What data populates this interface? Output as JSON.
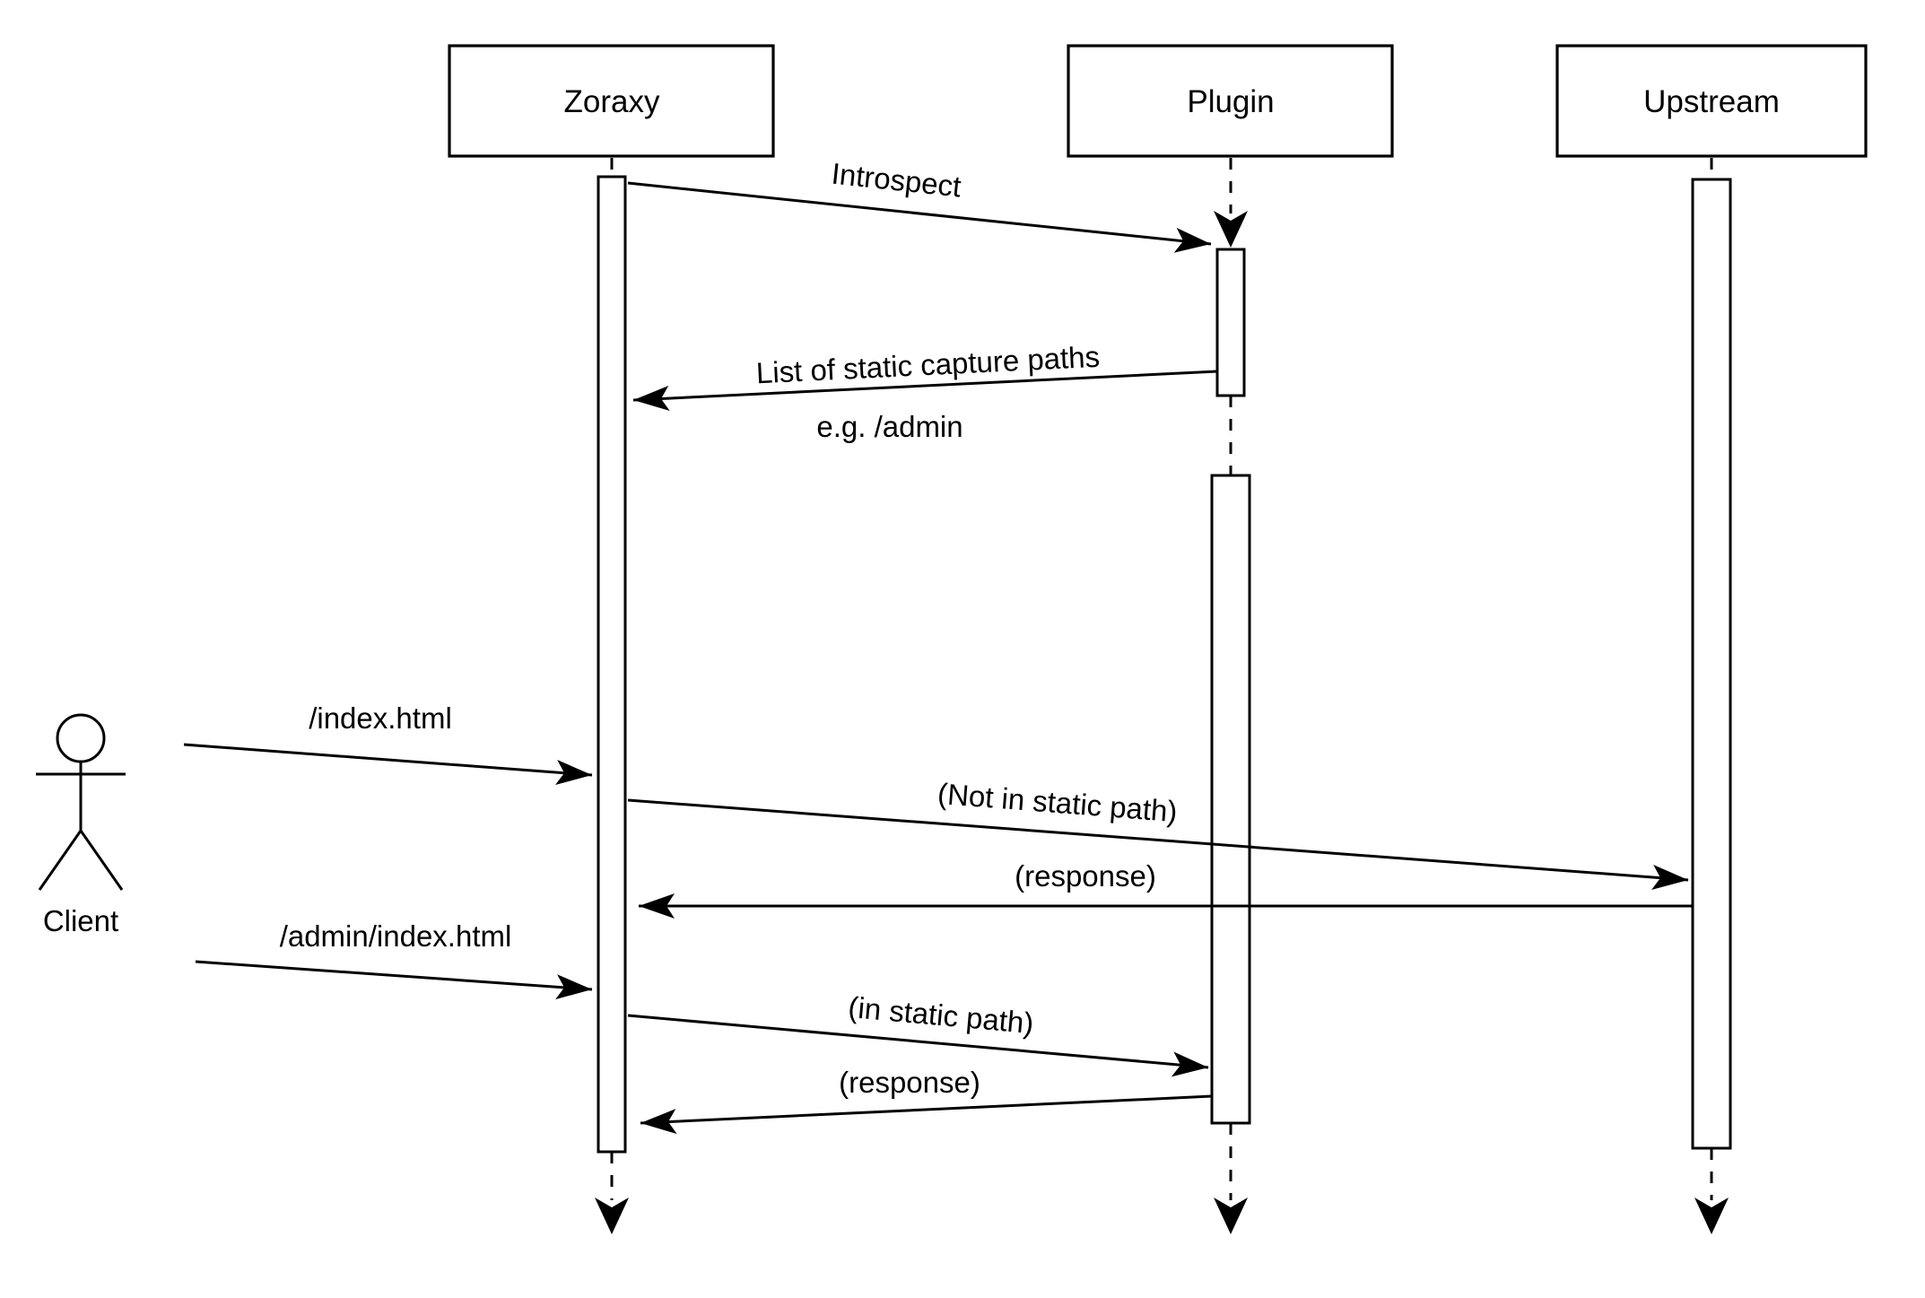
{
  "diagram": {
    "type": "uml-sequence-diagram",
    "colors": {
      "background": "#ffffff",
      "stroke": "#000000",
      "text": "#000000"
    },
    "participants": [
      {
        "id": "zoraxy",
        "label": "Zoraxy"
      },
      {
        "id": "plugin",
        "label": "Plugin"
      },
      {
        "id": "upstream",
        "label": "Upstream"
      }
    ],
    "actor": {
      "id": "client",
      "label": "Client"
    },
    "messages": [
      {
        "from": "Zoraxy",
        "to": "Plugin",
        "label": "Introspect"
      },
      {
        "from": "Plugin",
        "to": "Zoraxy",
        "label": "List of static capture paths",
        "note": "e.g. /admin"
      },
      {
        "from": "Client",
        "to": "Zoraxy",
        "label": "/index.html"
      },
      {
        "from": "Zoraxy",
        "to": "Upstream",
        "label": "(Not in static path)"
      },
      {
        "from": "Upstream",
        "to": "Zoraxy",
        "label": "(response)"
      },
      {
        "from": "Client",
        "to": "Zoraxy",
        "label": "/admin/index.html"
      },
      {
        "from": "Zoraxy",
        "to": "Plugin",
        "label": "(in static path)"
      },
      {
        "from": "Plugin",
        "to": "Zoraxy",
        "label": "(response)"
      }
    ]
  }
}
